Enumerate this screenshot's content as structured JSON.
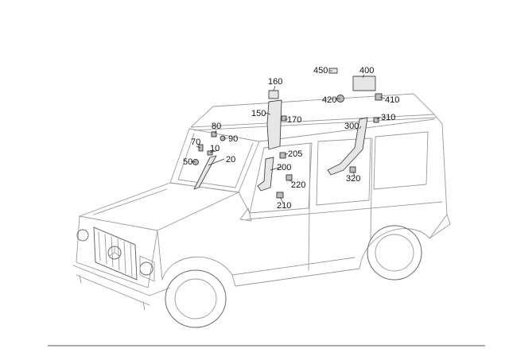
{
  "callouts": [
    {
      "id": "10",
      "label": "10"
    },
    {
      "id": "20",
      "label": "20"
    },
    {
      "id": "50",
      "label": "50"
    },
    {
      "id": "70",
      "label": "70"
    },
    {
      "id": "80",
      "label": "80"
    },
    {
      "id": "90",
      "label": "90"
    },
    {
      "id": "150",
      "label": "150"
    },
    {
      "id": "160",
      "label": "160"
    },
    {
      "id": "170",
      "label": "170"
    },
    {
      "id": "200",
      "label": "200"
    },
    {
      "id": "205",
      "label": "205"
    },
    {
      "id": "210",
      "label": "210"
    },
    {
      "id": "220",
      "label": "220"
    },
    {
      "id": "300",
      "label": "300"
    },
    {
      "id": "310",
      "label": "310"
    },
    {
      "id": "320",
      "label": "320"
    },
    {
      "id": "400",
      "label": "400"
    },
    {
      "id": "410",
      "label": "410"
    },
    {
      "id": "420",
      "label": "420"
    },
    {
      "id": "450",
      "label": "450"
    }
  ]
}
